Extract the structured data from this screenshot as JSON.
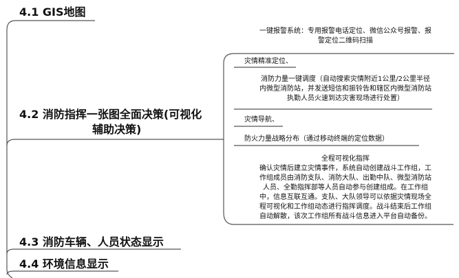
{
  "sections": [
    {
      "title": "4.1 GIS地图"
    },
    {
      "title_line1": "4.2 消防指挥一张图全面决策(可视化",
      "title_line2": "辅助决策)"
    },
    {
      "title": "4.3 消防车辆、人员状态显示"
    },
    {
      "title": "4.4 环境信息显示"
    }
  ],
  "leaves": {
    "alarm": {
      "line1": "一键报警系统：专用报警电话定位、微信公众号报警、报",
      "line2": "警定位二维码扫描"
    },
    "locate": {
      "text": "灾情精准定位、"
    },
    "dispatch": {
      "line1": "消防力量一键调度（自动搜索灾情附近1公里/2公里半径",
      "line2": "内微型消防站，并发送短信和振铃告和辖区内微型消防站",
      "line3": "执勤人员火速到达灾害现场进行处置）"
    },
    "navigation": {
      "text": "灾情导航、"
    },
    "distribution": {
      "text": "防火力量战略分布（通过移动终端的定位数据）"
    },
    "visual": {
      "heading": "全程可视化指挥",
      "lines": [
        "确认灾情后建立灾情事件，系统自动创建战斗工作组，工",
        "作组成员由消防支队、消防大队、出勤中队、微型消防站",
        "人员、全勤指挥部等人员自动参与创建组成。在工作组",
        "中，信息互联互通。支队、大队领导可以依据灾情现场全",
        "程可视化和工作组动态进行指挥调度。战斗结束后工作组",
        "自动解散，该次工作组所有战斗信息进入平台自动备份。"
      ]
    }
  }
}
